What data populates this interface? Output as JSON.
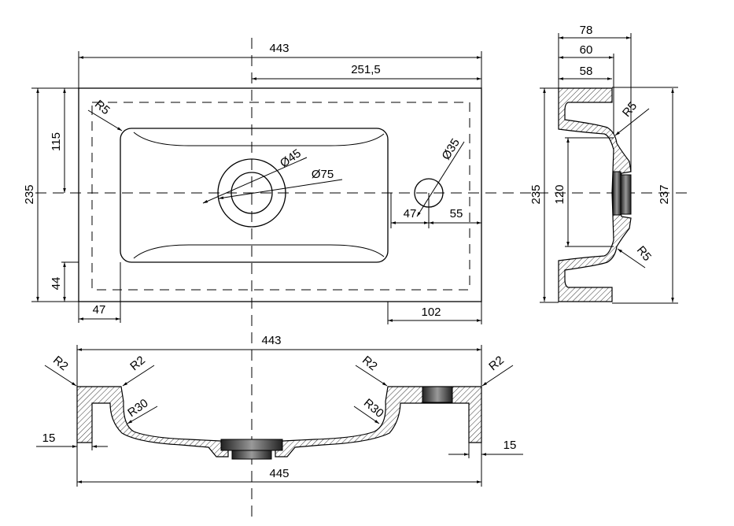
{
  "top_view": {
    "overall_width": "443",
    "center_to_right": "251,5",
    "overall_depth": "235",
    "edge_to_center": "115",
    "front_margin": "44",
    "left_margin": "47",
    "right_margin": "102",
    "tap_offset": "47",
    "tap_to_edge": "55",
    "corner_radius": "R5",
    "drain_inner": "Ø45",
    "drain_outer": "Ø75",
    "tap_hole": "Ø35"
  },
  "side_view": {
    "width_78": "78",
    "width_60": "60",
    "width_58": "58",
    "depth_235": "235",
    "inner_120": "120",
    "depth_237": "237",
    "radius_top": "R5",
    "radius_bottom": "R5"
  },
  "section_view": {
    "top_width": "443",
    "bottom_width": "445",
    "wall_left": "15",
    "wall_right": "15",
    "r2_1": "R2",
    "r2_2": "R2",
    "r2_3": "R2",
    "r2_4": "R2",
    "r30_left": "R30",
    "r30_right": "R30"
  }
}
